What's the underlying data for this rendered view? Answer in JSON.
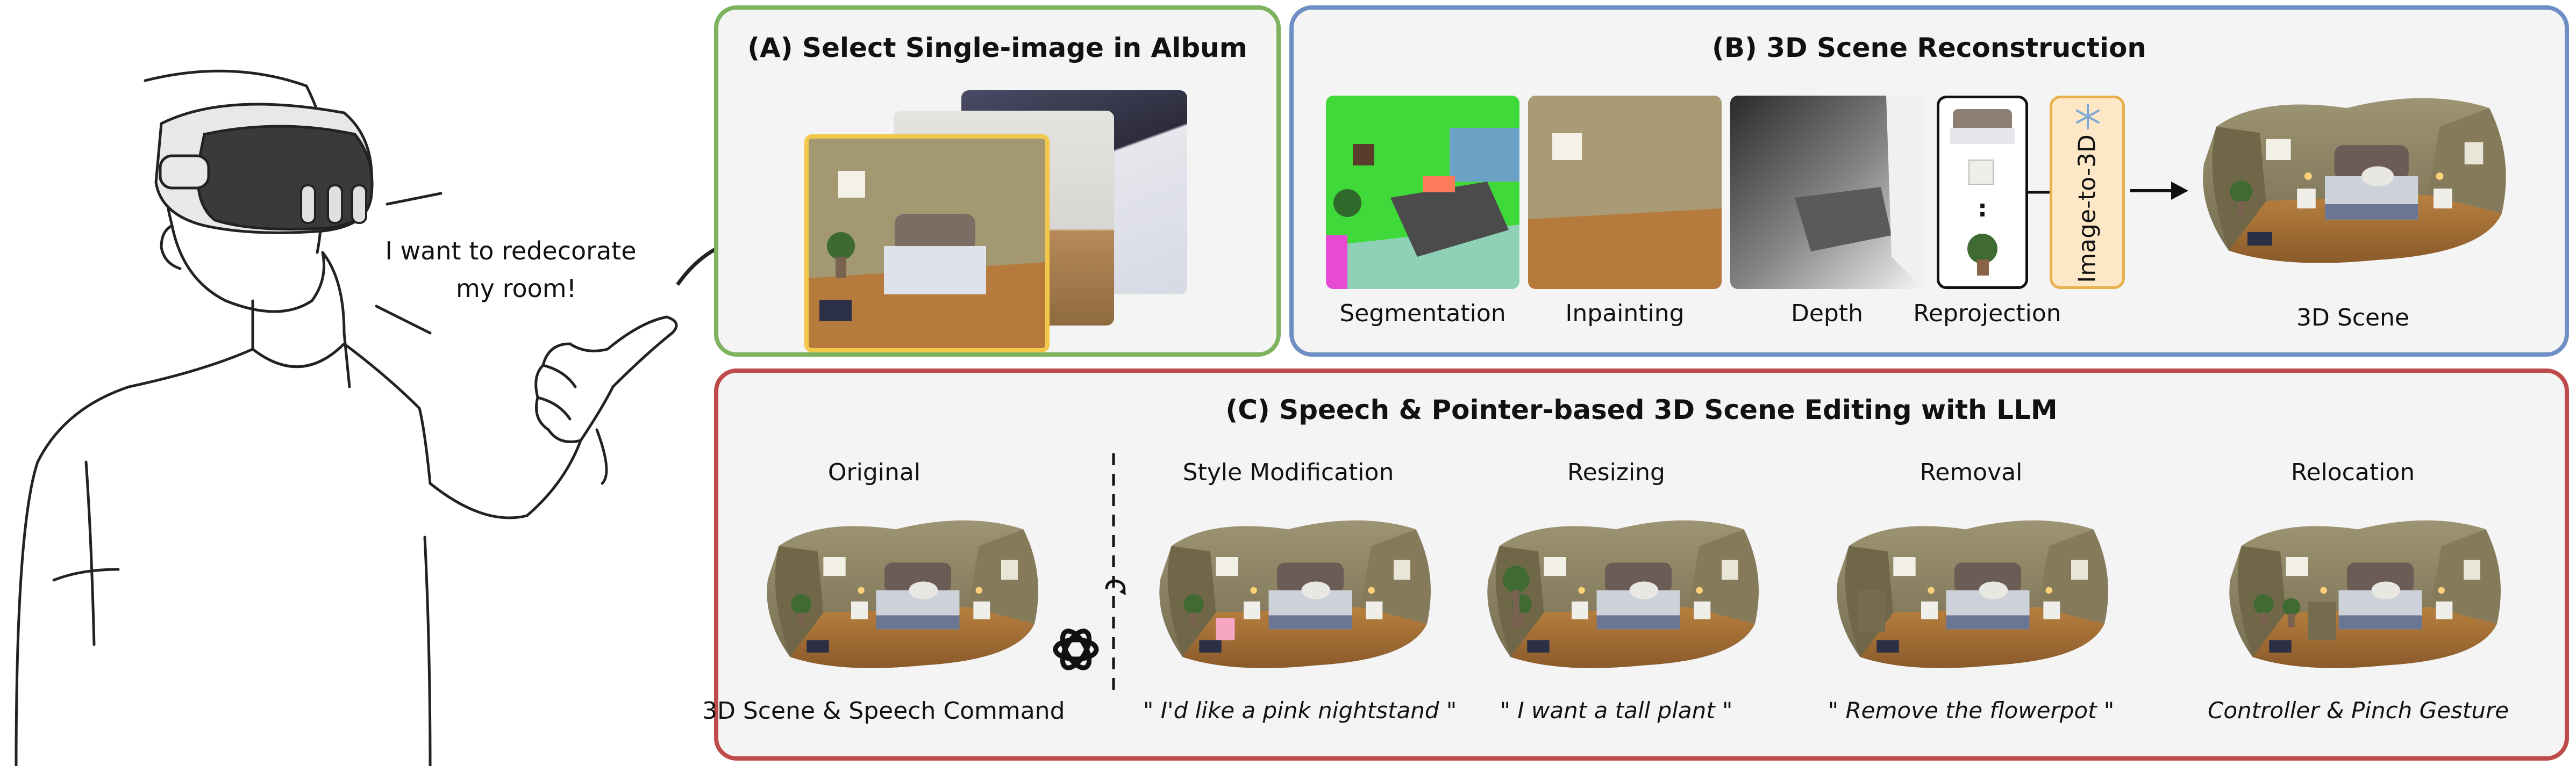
{
  "speech_bubble": {
    "line1": "I want to redecorate",
    "line2": "my room!"
  },
  "panel_a": {
    "title": "(A) Select Single-image in Album"
  },
  "panel_b": {
    "title": "(B) 3D Scene Reconstruction",
    "steps": [
      "Segmentation",
      "Inpainting",
      "Depth",
      "Reprojection"
    ],
    "image_to_3d_label": "Image-to-3D",
    "ellipsis": ":",
    "output_label": "3D Scene"
  },
  "panel_c": {
    "title": "(C) Speech & Pointer-based 3D Scene Editing with LLM",
    "original_label": "Original",
    "original_caption": "3D Scene & Speech Command",
    "edits": [
      {
        "label": "Style Modification",
        "caption": "\" I'd like a pink nightstand \""
      },
      {
        "label": "Resizing",
        "caption": "\" I want a tall plant \""
      },
      {
        "label": "Removal",
        "caption": "\" Remove the flowerpot \""
      },
      {
        "label": "Relocation",
        "caption": "Controller & Pinch Gesture"
      }
    ]
  },
  "icons": [
    "vr-headset-icon",
    "snowflake-icon",
    "llm-logo-icon",
    "rotate-arrow-icon"
  ],
  "colors": {
    "panel_a": "#7db35e",
    "panel_b": "#6e8fc4",
    "panel_c": "#bf4a4a",
    "image_to_3d_box": "#fde7c7",
    "image_to_3d_border": "#e8b04a",
    "album_highlight": "#f2c84b"
  }
}
